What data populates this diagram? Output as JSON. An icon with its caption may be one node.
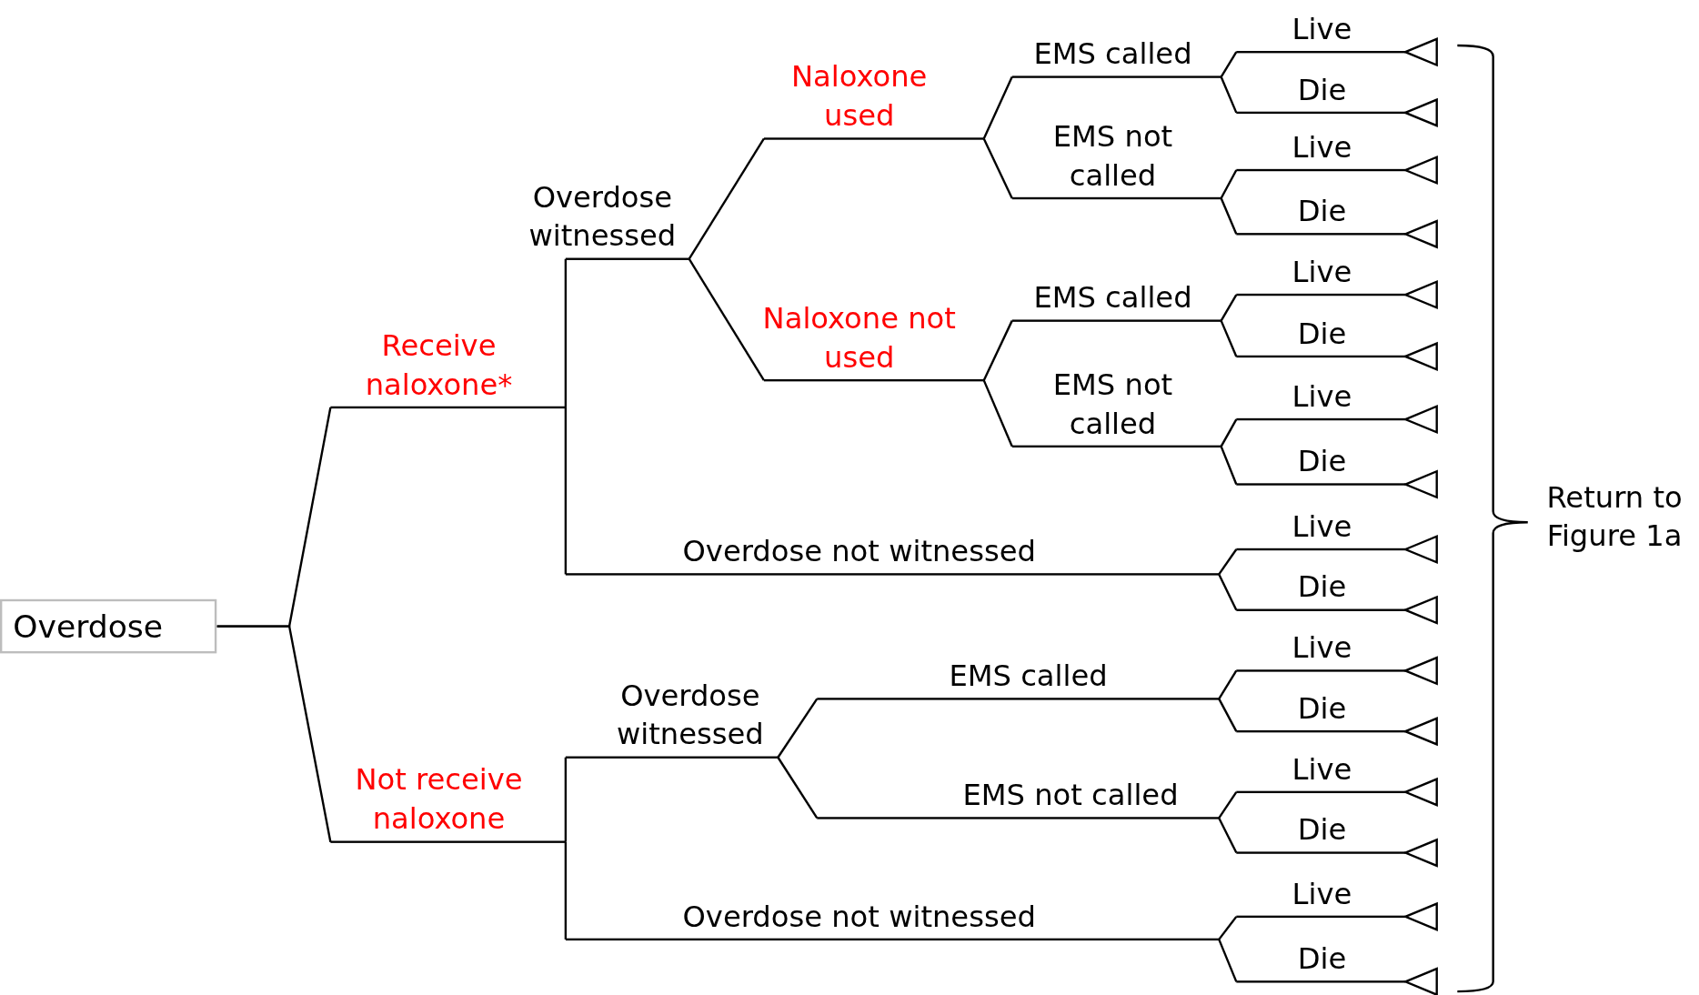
{
  "diagram": {
    "nodes": [
      {
        "text": [
          "Overdose"
        ]
      },
      {
        "text": [
          "Receive naloxone*"
        ]
      },
      {
        "text": [
          "Overdose witnessed"
        ]
      },
      {
        "text": [
          "Naloxone used"
        ]
      },
      {
        "text": [
          "EMS called"
        ]
      },
      {
        "text": [
          "Live"
        ]
      },
      {
        "text": [],
        "shape": "triangle"
      },
      {
        "text": [
          "Die"
        ]
      },
      {
        "text": [],
        "shape": "triangle"
      },
      {
        "text": [
          "EMS not called"
        ]
      },
      {
        "text": [
          "Live"
        ]
      },
      {
        "text": [],
        "shape": "triangle"
      },
      {
        "text": [
          "Die"
        ]
      },
      {
        "text": [],
        "shape": "triangle"
      },
      {
        "text": [
          "Naloxone not used"
        ]
      },
      {
        "text": [
          "EMS called"
        ]
      },
      {
        "text": [
          "Live"
        ]
      },
      {
        "text": [],
        "shape": "triangle"
      },
      {
        "text": [
          "Die"
        ]
      },
      {
        "text": [],
        "shape": "triangle"
      },
      {
        "text": [
          "EMS not called"
        ]
      },
      {
        "text": [
          "Live"
        ]
      },
      {
        "text": [],
        "shape": "triangle"
      },
      {
        "text": [
          "Die"
        ]
      },
      {
        "text": [],
        "shape": "triangle"
      },
      {
        "text": [
          "Overdose not witnessed"
        ]
      },
      {
        "text": [
          "Live"
        ]
      },
      {
        "text": [],
        "shape": "triangle"
      },
      {
        "text": [
          "Die"
        ]
      },
      {
        "text": [],
        "shape": "triangle"
      },
      {
        "text": [
          "Not receive naloxone"
        ]
      },
      {
        "text": [
          "Overdose witnessed"
        ]
      },
      {
        "text": [
          "EMS called"
        ]
      },
      {
        "text": [
          "Live"
        ]
      },
      {
        "text": [],
        "shape": "triangle"
      },
      {
        "text": [
          "Die"
        ]
      },
      {
        "text": [],
        "shape": "triangle"
      },
      {
        "text": [
          "EMS not called"
        ]
      },
      {
        "text": [
          "Live"
        ]
      },
      {
        "text": [],
        "shape": "triangle"
      },
      {
        "text": [
          "Die"
        ]
      },
      {
        "text": [],
        "shape": "triangle"
      },
      {
        "text": [
          "Overdose not witnessed"
        ]
      },
      {
        "text": [
          "Live"
        ]
      },
      {
        "text": [],
        "shape": "triangle"
      },
      {
        "text": [
          "Die"
        ]
      },
      {
        "text": [],
        "shape": "triangle"
      }
    ],
    "edges": [
      {
        "from": 0,
        "to": 1,
        "arrow": "none"
      },
      {
        "from": 0,
        "to": 30,
        "arrow": "none"
      },
      {
        "from": 1,
        "to": 2,
        "arrow": "none"
      },
      {
        "from": 1,
        "to": 25,
        "arrow": "none"
      },
      {
        "from": 2,
        "to": 3,
        "arrow": "none"
      },
      {
        "from": 2,
        "to": 14,
        "arrow": "none"
      },
      {
        "from": 3,
        "to": 4,
        "arrow": "none"
      },
      {
        "from": 3,
        "to": 9,
        "arrow": "none"
      },
      {
        "from": 4,
        "to": 5,
        "arrow": "none"
      },
      {
        "from": 5,
        "to": 6,
        "arrow": "none"
      },
      {
        "from": 4,
        "to": 7,
        "arrow": "none"
      },
      {
        "from": 7,
        "to": 8,
        "arrow": "none"
      },
      {
        "from": 9,
        "to": 10,
        "arrow": "none"
      },
      {
        "from": 10,
        "to": 11,
        "arrow": "none"
      },
      {
        "from": 9,
        "to": 12,
        "arrow": "none"
      },
      {
        "from": 12,
        "to": 13,
        "arrow": "none"
      },
      {
        "from": 14,
        "to": 15,
        "arrow": "none"
      },
      {
        "from": 14,
        "to": 20,
        "arrow": "none"
      },
      {
        "from": 15,
        "to": 16,
        "arrow": "none"
      },
      {
        "from": 16,
        "to": 17,
        "arrow": "none"
      },
      {
        "from": 15,
        "to": 18,
        "arrow": "none"
      },
      {
        "from": 18,
        "to": 19,
        "arrow": "none"
      },
      {
        "from": 20,
        "to": 21,
        "arrow": "none"
      },
      {
        "from": 21,
        "to": 22,
        "arrow": "none"
      },
      {
        "from": 20,
        "to": 23,
        "arrow": "none"
      },
      {
        "from": 23,
        "to": 24,
        "arrow": "none"
      },
      {
        "from": 25,
        "to": 26,
        "arrow": "none"
      },
      {
        "from": 26,
        "to": 27,
        "arrow": "none"
      },
      {
        "from": 25,
        "to": 28,
        "arrow": "none"
      },
      {
        "from": 28,
        "to": 29,
        "arrow": "none"
      },
      {
        "from": 30,
        "to": 31,
        "arrow": "none"
      },
      {
        "from": 30,
        "to": 42,
        "arrow": "none"
      },
      {
        "from": 31,
        "to": 32,
        "arrow": "none"
      },
      {
        "from": 31,
        "to": 37,
        "arrow": "none"
      },
      {
        "from": 32,
        "to": 33,
        "arrow": "none"
      },
      {
        "from": 33,
        "to": 34,
        "arrow": "none"
      },
      {
        "from": 32,
        "to": 35,
        "arrow": "none"
      },
      {
        "from": 35,
        "to": 36,
        "arrow": "none"
      },
      {
        "from": 37,
        "to": 38,
        "arrow": "none"
      },
      {
        "from": 38,
        "to": 39,
        "arrow": "none"
      },
      {
        "from": 37,
        "to": 40,
        "arrow": "none"
      },
      {
        "from": 40,
        "to": 41,
        "arrow": "none"
      },
      {
        "from": 42,
        "to": 43,
        "arrow": "none"
      },
      {
        "from": 43,
        "to": 44,
        "arrow": "none"
      },
      {
        "from": 42,
        "to": 45,
        "arrow": "none"
      },
      {
        "from": 45,
        "to": 46,
        "arrow": "none"
      }
    ],
    "labels": [
      "Return to Figure 1a"
    ]
  }
}
